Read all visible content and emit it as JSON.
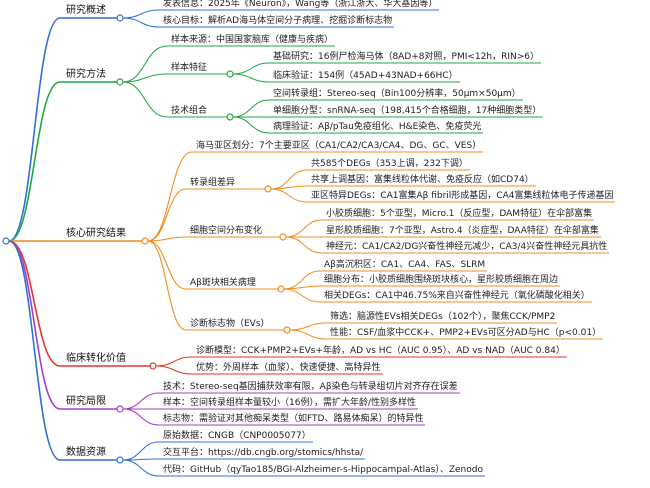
{
  "root": {
    "color": "#3a6fd8"
  },
  "branches": [
    {
      "label": "研究概述",
      "color": "#2f6fdc",
      "items": [
        {
          "text": "发表信息：2025年《Neuron》，Wang等（浙江浙大、华大基因等）"
        },
        {
          "text": "核心目标：解析AD海马体空间分子病理、挖掘诊断标志物"
        }
      ]
    },
    {
      "label": "研究方法",
      "color": "#21a845",
      "items": [
        {
          "text": "样本来源：中国国家脑库（健康与疾病）"
        },
        {
          "text": "样本特征",
          "items": [
            {
              "text": "基础研究：16例尸检海马体（8AD+8对照，PMI<12h，RIN>6）"
            },
            {
              "text": "临床验证：154例（45AD+43NAD+66HC）"
            }
          ]
        },
        {
          "text": "技术组合",
          "items": [
            {
              "text": "空间转录组：Stereo-seq（Bin100分辨率，50μm×50μm）"
            },
            {
              "text": "单细胞分型：snRNA-seq（198,415个合格细胞，17种细胞类型）"
            },
            {
              "text": "病理验证：Aβ/pTau免疫组化、H&E染色、免疫荧光"
            }
          ]
        }
      ]
    },
    {
      "label": "核心研究结果",
      "color": "#f08c1c",
      "items": [
        {
          "text": "海马亚区划分：7个主要亚区（CA1/CA2/CA3/CA4、DG、GC、VES）"
        },
        {
          "text": "转录组差异",
          "items": [
            {
              "text": "共585个DEGs（353上调，232下调）"
            },
            {
              "text": "共享上调基因：富集线粒体代谢、免疫反应（如CD74）"
            },
            {
              "text": "亚区特异DEGs：CA1富集Aβ fibril形成基因，CA4富集线粒体电子传递基因"
            }
          ]
        },
        {
          "text": "细胞空间分布变化",
          "items": [
            {
              "text": "小胶质细胞：5个亚型，Micro.1（反应型，DAM特征）在伞部富集"
            },
            {
              "text": "星形胶质细胞：7个亚型，Astro.4（炎症型，DAA特征）在伞部富集"
            },
            {
              "text": "神经元：CA1/CA2/DG兴奋性神经元减少，CA3/4兴奋性神经元具抗性"
            }
          ]
        },
        {
          "text": "Aβ斑块相关病理",
          "items": [
            {
              "text": "Aβ高沉积区：CA1、CA4、FAS、SLRM"
            },
            {
              "text": "细胞分布：小胶质细胞围绕斑块核心，星形胶质细胞在周边"
            },
            {
              "text": "相关DEGs：CA1中46.75%来自兴奋性神经元（氧化磷酸化相关）"
            }
          ]
        },
        {
          "text": "诊断标志物（EVs）",
          "items": [
            {
              "text": "筛选：脑源性EVs相关DEGs（102个），聚焦CCK/PMP2"
            },
            {
              "text": "性能：CSF/血浆中CCK+、PMP2+EVs可区分AD与HC（p<0.01）"
            }
          ]
        }
      ]
    },
    {
      "label": "临床转化价值",
      "color": "#e2362d",
      "items": [
        {
          "text": "诊断模型：CCK+PMP2+EVs+年龄，AD vs HC（AUC 0.95）、AD vs NAD（AUC 0.84）"
        },
        {
          "text": "优势：外周样本（血浆）、快速便捷、高特异性"
        }
      ]
    },
    {
      "label": "研究局限",
      "color": "#a53fc6",
      "items": [
        {
          "text": "技术：Stereo-seq基因捕获效率有限，Aβ染色与转录组切片对齐存在误差"
        },
        {
          "text": "样本：空间转录组样本量较小（16例），需扩大年龄/性别多样性"
        },
        {
          "text": "标志物：需验证对其他痴呆类型（如FTD、路易体痴呆）的特异性"
        }
      ]
    },
    {
      "label": "数据资源",
      "color": "#2f6fdc",
      "items": [
        {
          "text": "原始数据：CNGB（CNP0005077）"
        },
        {
          "text": "交互平台：https://db.cngb.org/stomics/hhsta/"
        },
        {
          "text": "代码：GitHub（qyTao185/BGI-Alzheimer-s-Hippocampal-Atlas）、Zenodo"
        }
      ]
    }
  ]
}
